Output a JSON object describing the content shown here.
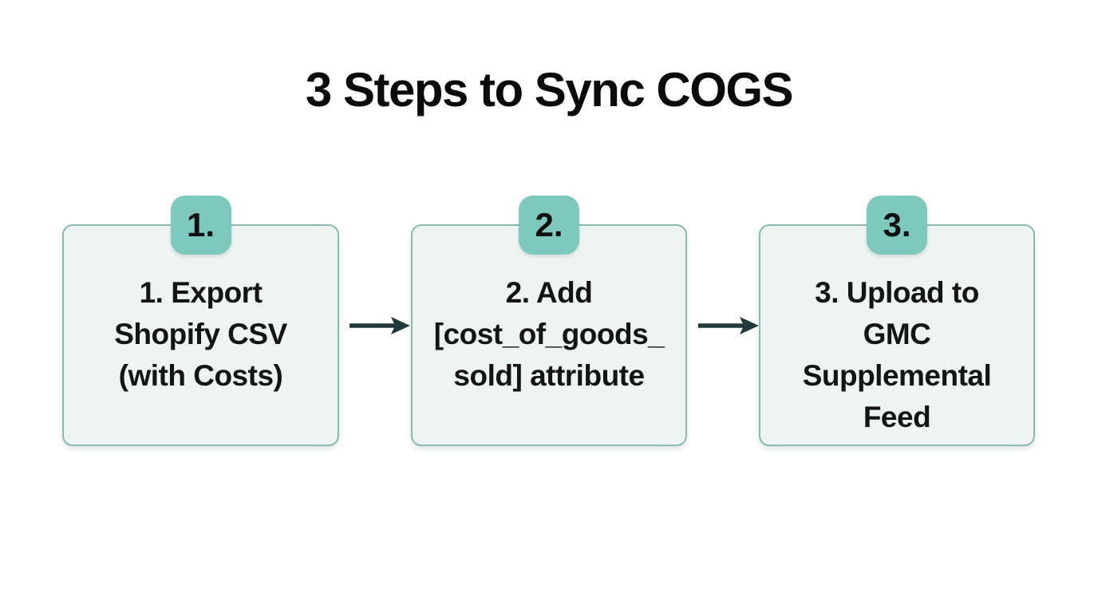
{
  "title": "3 Steps to Sync COGS",
  "steps": [
    {
      "badge": "1.",
      "lines": [
        "1. Export",
        "Shopify CSV",
        "(with Costs)"
      ]
    },
    {
      "badge": "2.",
      "lines": [
        "2. Add",
        "[cost_of_goods_",
        "sold] attribute"
      ]
    },
    {
      "badge": "3.",
      "lines": [
        "3. Upload to",
        "GMC",
        "Supplemental",
        "Feed"
      ]
    }
  ],
  "colors": {
    "background": "#ffffff",
    "card_fill": "#edf4f2",
    "card_border": "#8bbab3",
    "badge_fill": "#7fc8bd",
    "arrow": "#21393c",
    "title_text": "#0b0b0b",
    "card_text": "#141414",
    "badge_text": "#101010"
  }
}
